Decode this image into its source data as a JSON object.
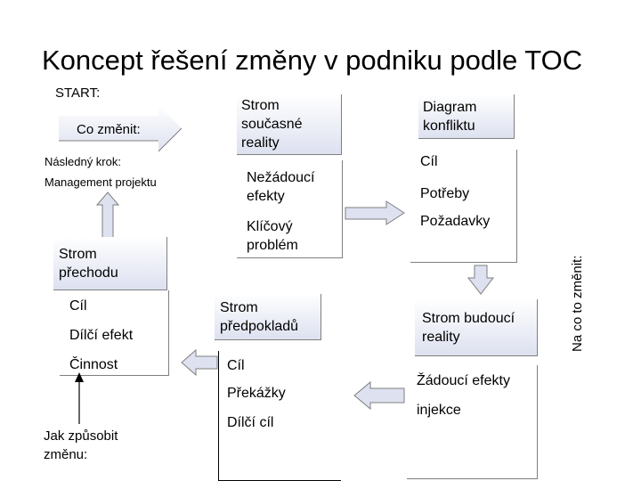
{
  "title": "Koncept řešení změny v podniku podle TOC",
  "start_label": "START:",
  "co_zmenit": "Co změnit:",
  "nasledny_krok": "Následný krok:",
  "management": "Management projektu",
  "strom_soucasne": "Strom\nsoučasné\nreality",
  "nezadouci": "Nežádoucí\nefekty",
  "klicovy": "Klíčový\nproblém",
  "diagram_konfliktu": "Diagram\nkonfliktu",
  "conflict_items": [
    "Cíl",
    "Potřeby",
    "Požadavky"
  ],
  "strom_budouci": "Strom budoucí\nreality",
  "future_items": [
    "Žádoucí efekty",
    "injekce"
  ],
  "strom_predpokladu": "Strom\npředpokladů",
  "prereq_items": [
    "Cíl",
    "Překážky",
    "Dílčí cíl"
  ],
  "strom_prechodu": "Strom\npřechodu",
  "transition_items": [
    "Cíl",
    "Dílčí efekt",
    "Činnost"
  ],
  "jak_zpusobit": "Jak způsobit\nzměnu:",
  "na_co_zmenit": "Na co to změnit:",
  "colors": {
    "box_gradient_end": "#dde1f0",
    "arrow_fill": "#dde1f0",
    "arrow_stroke": "#7f7f7f"
  }
}
